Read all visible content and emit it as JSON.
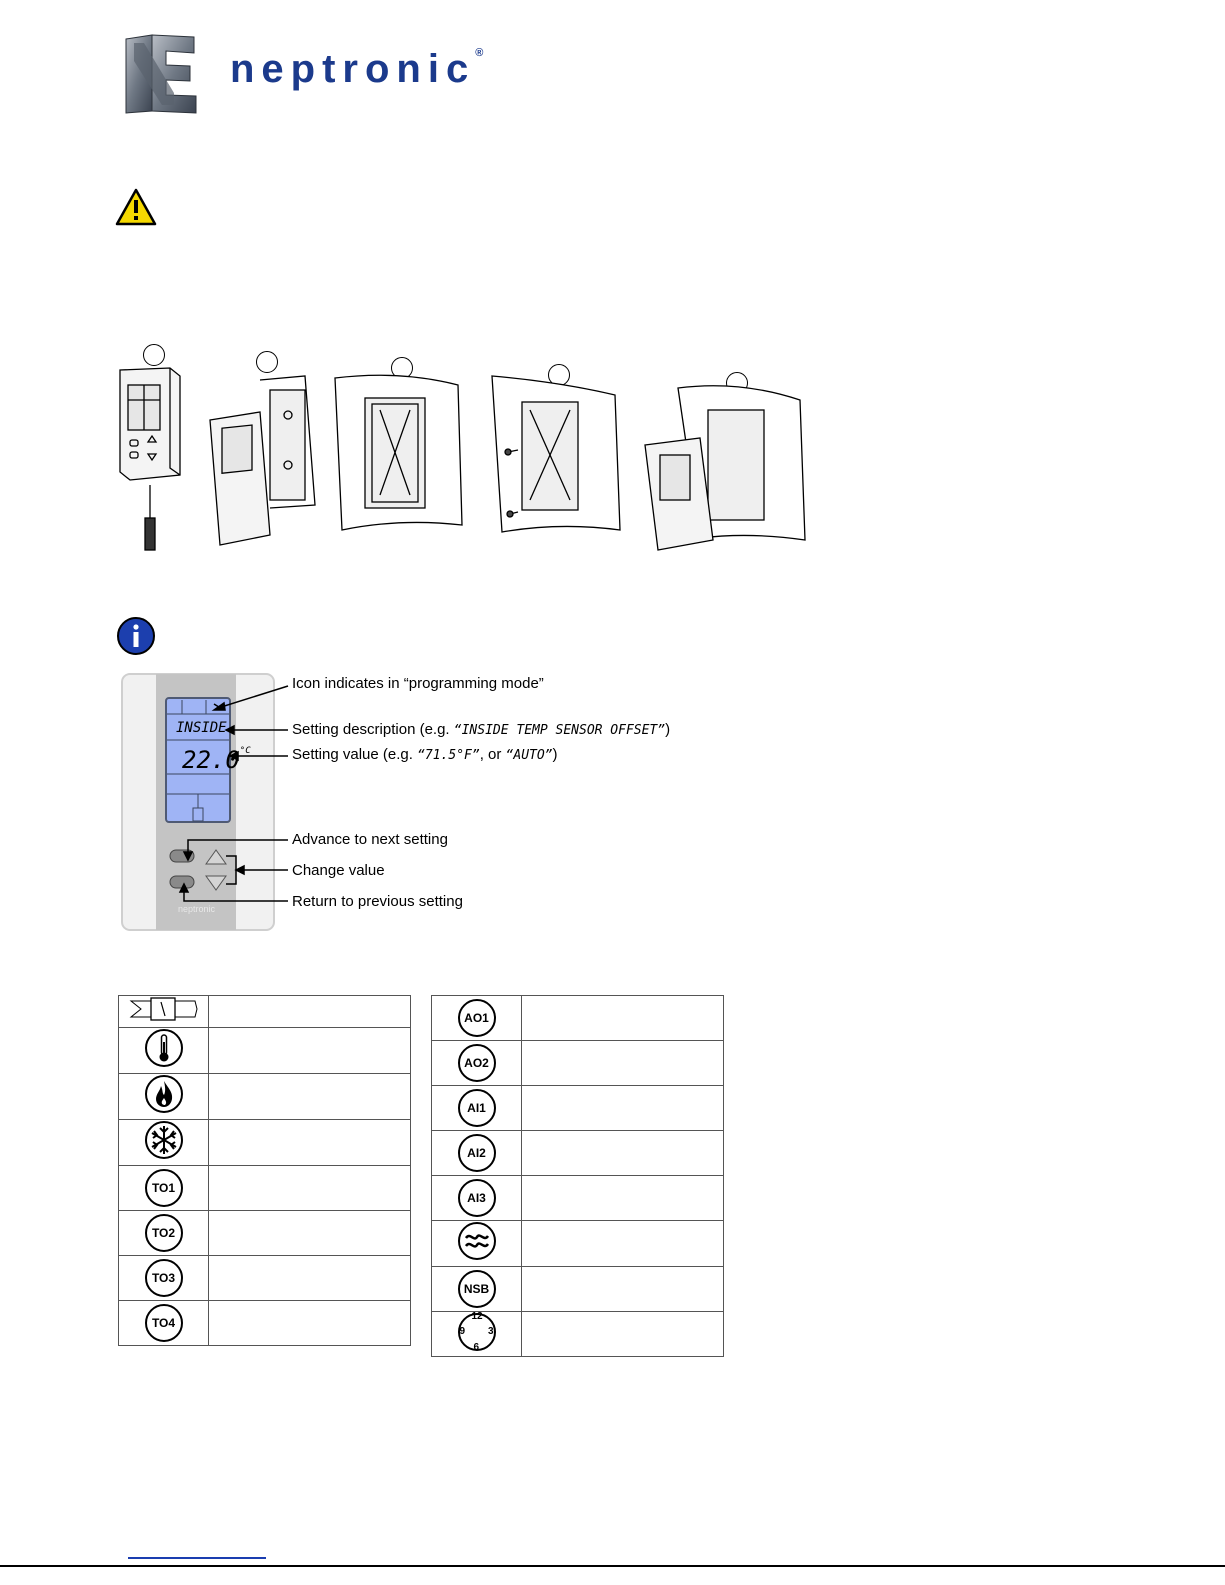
{
  "brand": {
    "name": "neptronic",
    "registered_mark": "®",
    "colors": {
      "brand_blue": "#1b3a8c",
      "warning_yellow": "#f5d800",
      "info_blue": "#1c3fae",
      "lcd_blue": "#9fb4f5"
    }
  },
  "icons": {
    "warning": "warning-triangle-icon",
    "info": "info-icon"
  },
  "installation_steps": [
    "",
    "",
    "",
    "",
    ""
  ],
  "lcd": {
    "description_text": "INSIDE",
    "value_text": "22.0",
    "value_unit": "°C"
  },
  "callouts": {
    "programming_mode": "Icon indicates in “programming mode”",
    "setting_description": {
      "prefix": "Setting description (e.g. ",
      "example": "“INSIDE TEMP SENSOR OFFSET”",
      "suffix": ")"
    },
    "setting_value": {
      "prefix": "Setting value (e.g. ",
      "example1": "“71.5°F”",
      "middle": ", or ",
      "example2": "“AUTO”",
      "suffix": ")"
    },
    "advance": "Advance to next setting",
    "change": "Change value",
    "return": "Return to previous setting"
  },
  "symbol_table_left": [
    {
      "icon": "valve-icon",
      "label": ""
    },
    {
      "icon": "thermometer-icon",
      "label": ""
    },
    {
      "icon": "flame-icon",
      "label": ""
    },
    {
      "icon": "snowflake-icon",
      "label": ""
    },
    {
      "icon": "text",
      "label": "TO1"
    },
    {
      "icon": "text",
      "label": "TO2"
    },
    {
      "icon": "text",
      "label": "TO3"
    },
    {
      "icon": "text",
      "label": "TO4"
    }
  ],
  "symbol_table_right": [
    {
      "icon": "text",
      "label": "AO1"
    },
    {
      "icon": "text",
      "label": "AO2"
    },
    {
      "icon": "text",
      "label": "AI1"
    },
    {
      "icon": "text",
      "label": "AI2"
    },
    {
      "icon": "text",
      "label": "AI3"
    },
    {
      "icon": "wave-icon",
      "label": ""
    },
    {
      "icon": "text",
      "label": "NSB"
    },
    {
      "icon": "clock-icon",
      "label": "",
      "clock_numbers": [
        "12",
        "3",
        "6",
        "9"
      ]
    }
  ]
}
